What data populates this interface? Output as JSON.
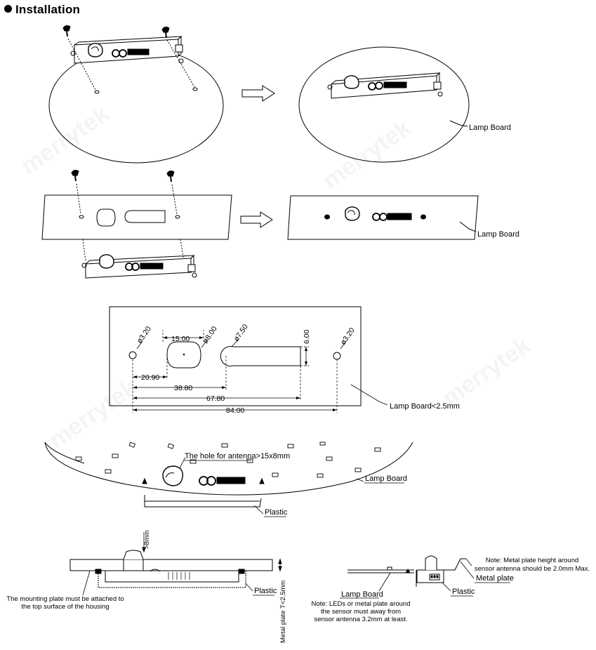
{
  "title": "Installation",
  "watermark": "merrytek",
  "labels": {
    "lamp_board_1": "Lamp Board",
    "lamp_board_2": "Lamp Board",
    "lamp_board_thickness": "Lamp Board<2.5mm",
    "antenna_hole": "The hole for antenna>15x8mm",
    "lamp_board_4": "Lamp Board",
    "plastic_1": "Plastic",
    "plastic_2": "Plastic",
    "plastic_3": "Plastic",
    "lamp_board_5": "Lamp Board",
    "metal_plate": "Metal plate",
    "metal_plate_thickness": "Metal plate T<2.5mm",
    "antenna_gap": ">8mm"
  },
  "dimensions": {
    "hole_left": "ø3.20",
    "slot_width": "15.00",
    "slot_diameter": "ø8.00",
    "round_hole": "ø7.50",
    "slot_height": "6.00",
    "hole_right": "ø3.20",
    "d1": "20.90",
    "d2": "38.80",
    "d3": "67.80",
    "d4": "84.00"
  },
  "notes": {
    "mounting": [
      "The mounting plate must be attached to",
      "the top surface of the housing"
    ],
    "leds": [
      "Note: LEDs or metal plate around",
      "the sensor must away from",
      "sensor antenna 3.2mm at least."
    ],
    "metal_height": [
      "Note: Metal plate height around",
      "sensor antenna should be 2.0mm Max."
    ]
  },
  "colors": {
    "line": "#000000",
    "background": "#ffffff"
  }
}
